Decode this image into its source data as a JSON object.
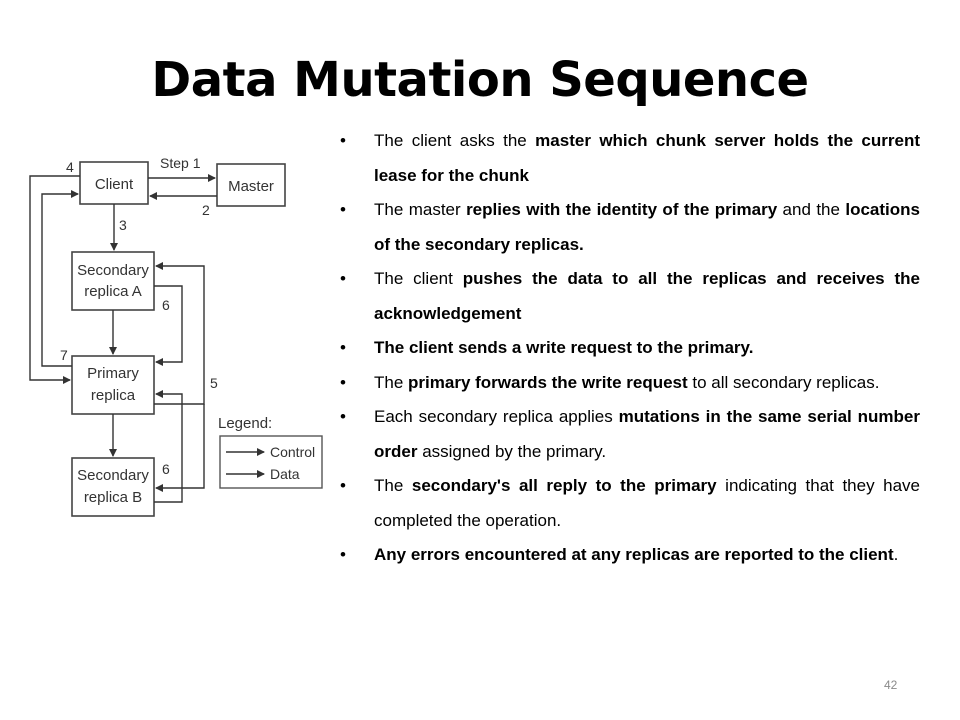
{
  "title": "Data Mutation Sequence",
  "page_number": "42",
  "bullet_marker": "•",
  "diagram": {
    "nodes": {
      "client": "Client",
      "master": "Master",
      "secondary_a": [
        "Secondary",
        "replica A"
      ],
      "primary": [
        "Primary",
        "replica"
      ],
      "secondary_b": [
        "Secondary",
        "replica B"
      ]
    },
    "steps": {
      "step1": "Step 1",
      "step2": "2",
      "step3": "3",
      "step4": "4",
      "step5": "5",
      "step6a": "6",
      "step6b": "6",
      "step7": "7"
    },
    "legend": {
      "title": "Legend:",
      "control": "Control",
      "data": "Data"
    }
  },
  "bullets": [
    [
      {
        "t": "The client asks the ",
        "b": false
      },
      {
        "t": "master which chunk server holds the current lease for the chunk",
        "b": true
      }
    ],
    [
      {
        "t": "The master ",
        "b": false
      },
      {
        "t": "replies with the identity of the primary",
        "b": true
      },
      {
        "t": " and the ",
        "b": false
      },
      {
        "t": "locations of the secondary replicas.",
        "b": true
      }
    ],
    [
      {
        "t": "The client ",
        "b": false
      },
      {
        "t": "pushes the data to all the replicas and receives the acknowledgement",
        "b": true
      }
    ],
    [
      {
        "t": "The client sends a write request to the primary.",
        "b": true
      }
    ],
    [
      {
        "t": "The ",
        "b": false
      },
      {
        "t": "primary forwards the write request",
        "b": true
      },
      {
        "t": " to all secondary replicas.",
        "b": false
      }
    ],
    [
      {
        "t": "Each secondary replica applies ",
        "b": false
      },
      {
        "t": "mutations in the same serial number order",
        "b": true
      },
      {
        "t": " assigned by the primary.",
        "b": false
      }
    ],
    [
      {
        "t": "The ",
        "b": false
      },
      {
        "t": "secondary's all reply to the primary",
        "b": true
      },
      {
        "t": " indicating that they have completed the operation.",
        "b": false
      }
    ],
    [
      {
        "t": "Any errors encountered at any replicas are reported to the client",
        "b": true
      },
      {
        "t": ".",
        "b": false
      }
    ]
  ]
}
